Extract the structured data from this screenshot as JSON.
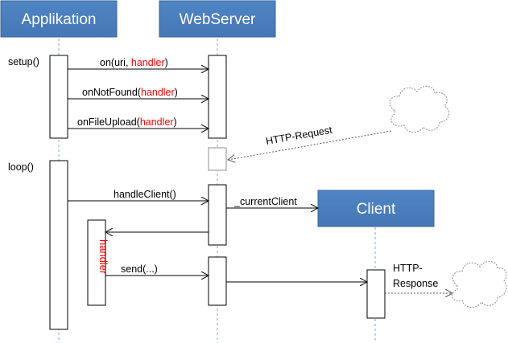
{
  "participants": {
    "applikation": "Applikation",
    "webserver": "WebServer",
    "client": "Client"
  },
  "phases": {
    "setup": "setup()",
    "loop": "loop()"
  },
  "messages": {
    "on_prefix": "on(uri, ",
    "on_handler": "handler",
    "on_suffix": ")",
    "notfound_prefix": "onNotFound(",
    "notfound_handler": "handler",
    "notfound_suffix": ")",
    "upload_prefix": "onFileUpload(",
    "upload_handler": "handler",
    "upload_suffix": ")",
    "http_request": "HTTP-Request",
    "handle_client": "handleClient()",
    "current_client": "_currentClient",
    "handler_label": "handler",
    "send": "send(...)",
    "http_response_1": "HTTP-",
    "http_response_2": "Response"
  },
  "colors": {
    "box_fill": "#4a7ebb",
    "box_stroke": "#3a6596",
    "lifeline": "#7fa7d8",
    "handler_text": "#ff0000"
  }
}
